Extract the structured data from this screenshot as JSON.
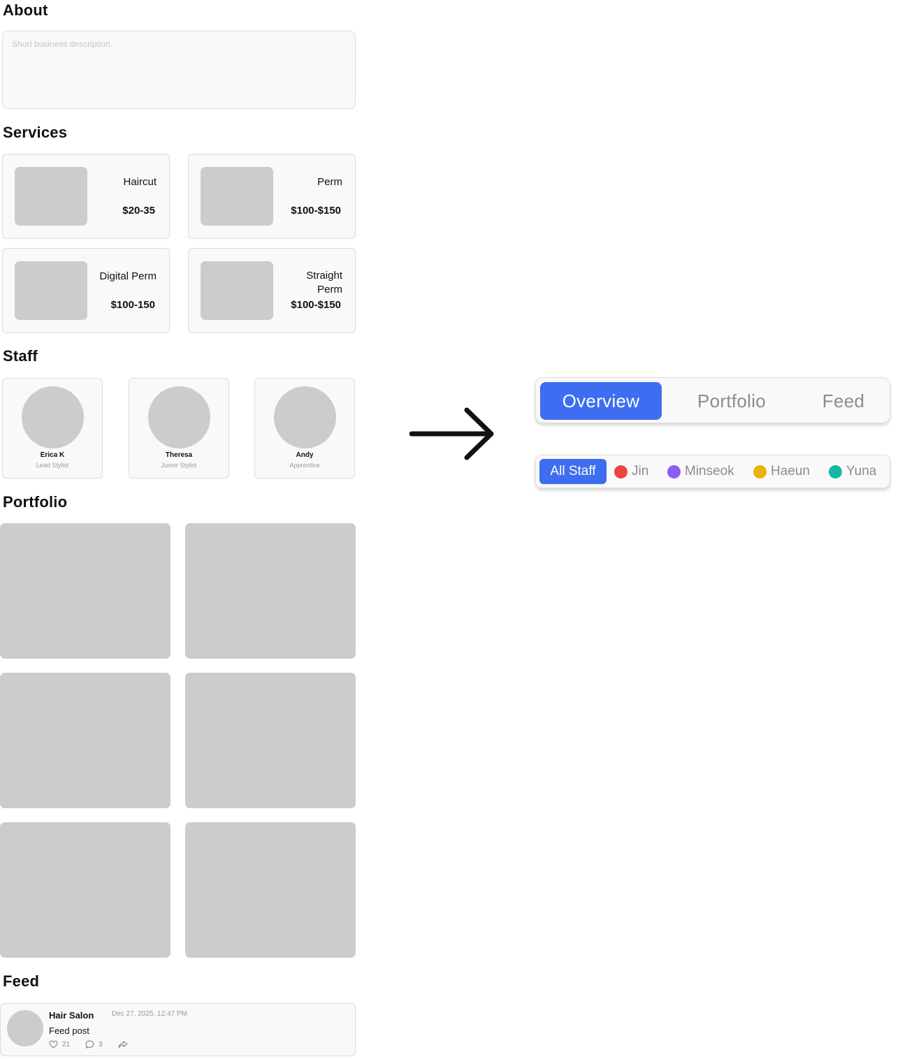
{
  "about": {
    "heading": "About",
    "placeholder": "Short business description."
  },
  "services": {
    "heading": "Services",
    "items": [
      {
        "name": "Haircut",
        "price": "$20-35"
      },
      {
        "name": "Perm",
        "price": "$100-$150"
      },
      {
        "name": "Digital Perm",
        "price": "$100-150"
      },
      {
        "name": "Straight Perm",
        "price": "$100-$150"
      }
    ]
  },
  "staff": {
    "heading": "Staff",
    "members": [
      {
        "name": "Erica K",
        "role": "Lead Stylist"
      },
      {
        "name": "Theresa",
        "role": "Junior Stylist"
      },
      {
        "name": "Andy",
        "role": "Apprentice"
      }
    ]
  },
  "portfolio": {
    "heading": "Portfolio"
  },
  "feed": {
    "heading": "Feed",
    "posts": [
      {
        "author": "Hair Salon",
        "timestamp": "Dec 27, 2025, 12:47 PM",
        "text": "Feed post",
        "likes": "21",
        "comments": "3"
      }
    ]
  },
  "arrow_icon": "arrow-right-icon",
  "tabs": {
    "active": "Overview",
    "items": [
      {
        "label": "Overview"
      },
      {
        "label": "Portfolio"
      },
      {
        "label": "Feed"
      }
    ],
    "accent": "#3d6df0"
  },
  "staff_filter": {
    "active": "All Staff",
    "items": [
      {
        "label": "All Staff",
        "color": ""
      },
      {
        "label": "Jin",
        "color": "#ee4444"
      },
      {
        "label": "Minseok",
        "color": "#8b5cf6"
      },
      {
        "label": "Haeun",
        "color": "#eab308"
      },
      {
        "label": "Yuna",
        "color": "#14b8a6"
      }
    ]
  }
}
